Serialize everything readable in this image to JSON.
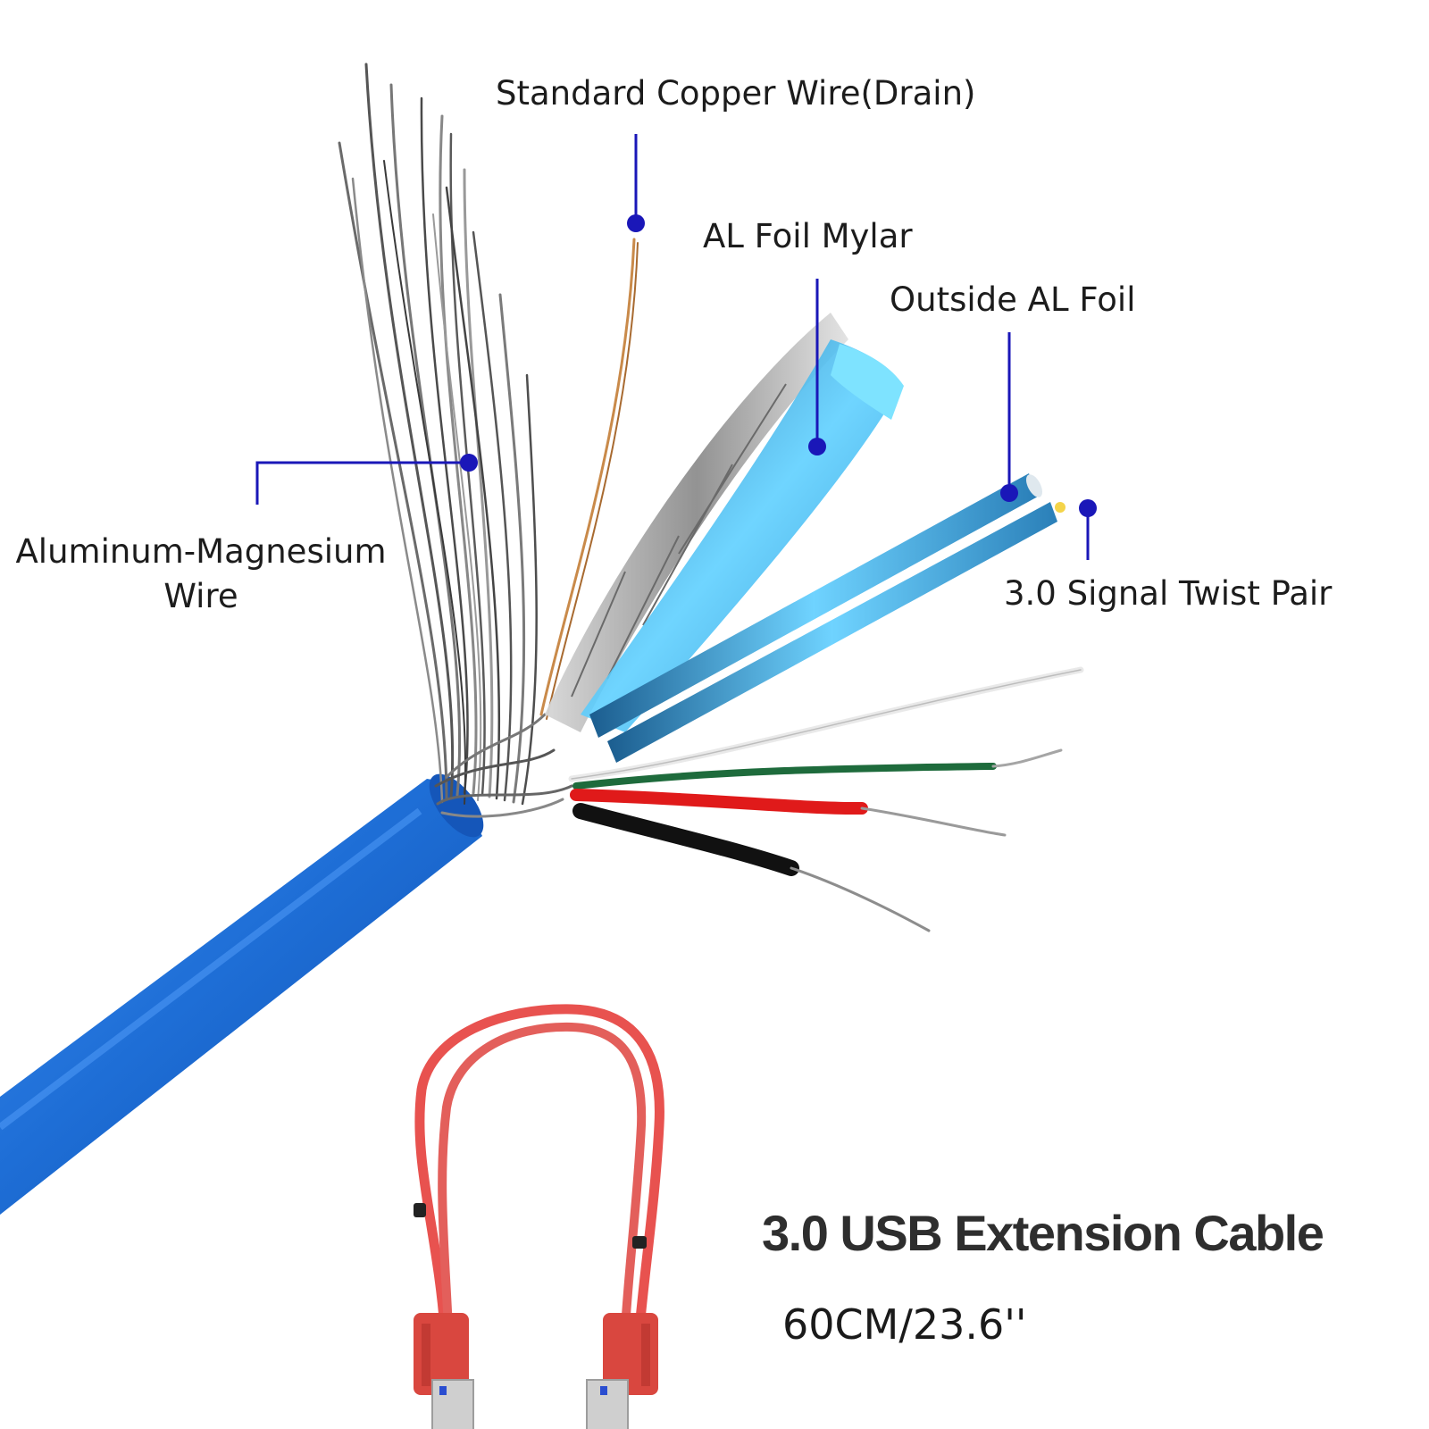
{
  "labels": {
    "drain": "Standard Copper Wire(Drain)",
    "mylar": "AL Foil Mylar",
    "outside_foil": "Outside AL Foil",
    "braid_line1": "Aluminum-Magnesium",
    "braid_line2": "Wire",
    "twist_pair": "3.0 Signal Twist Pair"
  },
  "product": {
    "title": "3.0 USB Extension Cable",
    "length": "60CM/23.6''"
  },
  "colors": {
    "callout": "#1a17b8",
    "jacket": "#1d6fd6",
    "mini_cable": "#e8524f",
    "foil_blue": "#3fb3e8",
    "wire_green": "#1e6b3c",
    "wire_red": "#e01a1a",
    "wire_black": "#111111"
  }
}
